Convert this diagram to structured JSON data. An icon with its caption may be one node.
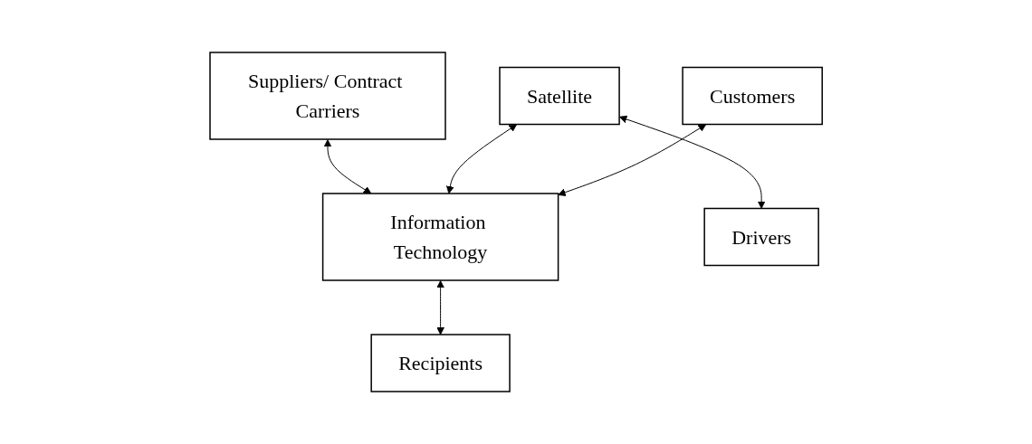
{
  "diagram": {
    "nodes": [
      {
        "text": [
          "Suppliers/ Contract Carriers"
        ]
      },
      {
        "text": [
          "Satellite"
        ]
      },
      {
        "text": [
          "Customers"
        ]
      },
      {
        "text": [
          "Information Technology"
        ]
      },
      {
        "text": [
          "Drivers"
        ]
      },
      {
        "text": [
          "Recipients"
        ]
      }
    ],
    "edges": [
      {
        "from": 0,
        "to": 3,
        "arrow": "both"
      },
      {
        "from": 1,
        "to": 3,
        "arrow": "both"
      },
      {
        "from": 1,
        "to": 4,
        "arrow": "both"
      },
      {
        "from": 2,
        "to": 3,
        "arrow": "both"
      },
      {
        "from": 3,
        "to": 5,
        "arrow": "both"
      }
    ]
  }
}
